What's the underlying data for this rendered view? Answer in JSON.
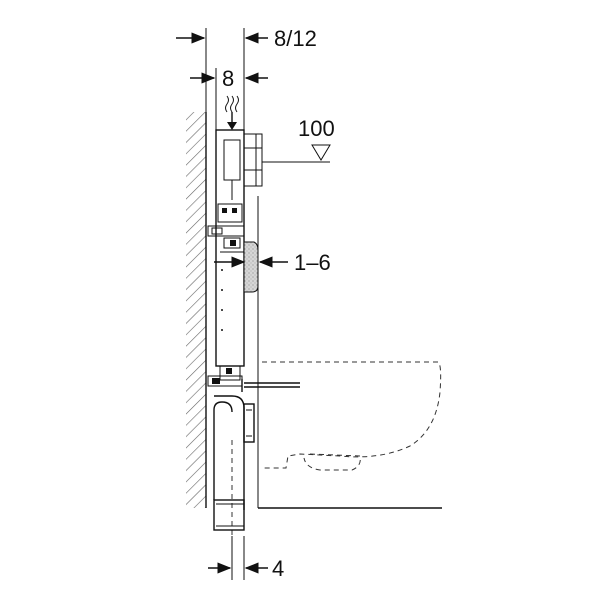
{
  "dimensions": {
    "top_depth": "8/12",
    "frame_depth": "8",
    "height_marker": "100",
    "adjust_range": "1–6",
    "bottom_offset": "4"
  }
}
